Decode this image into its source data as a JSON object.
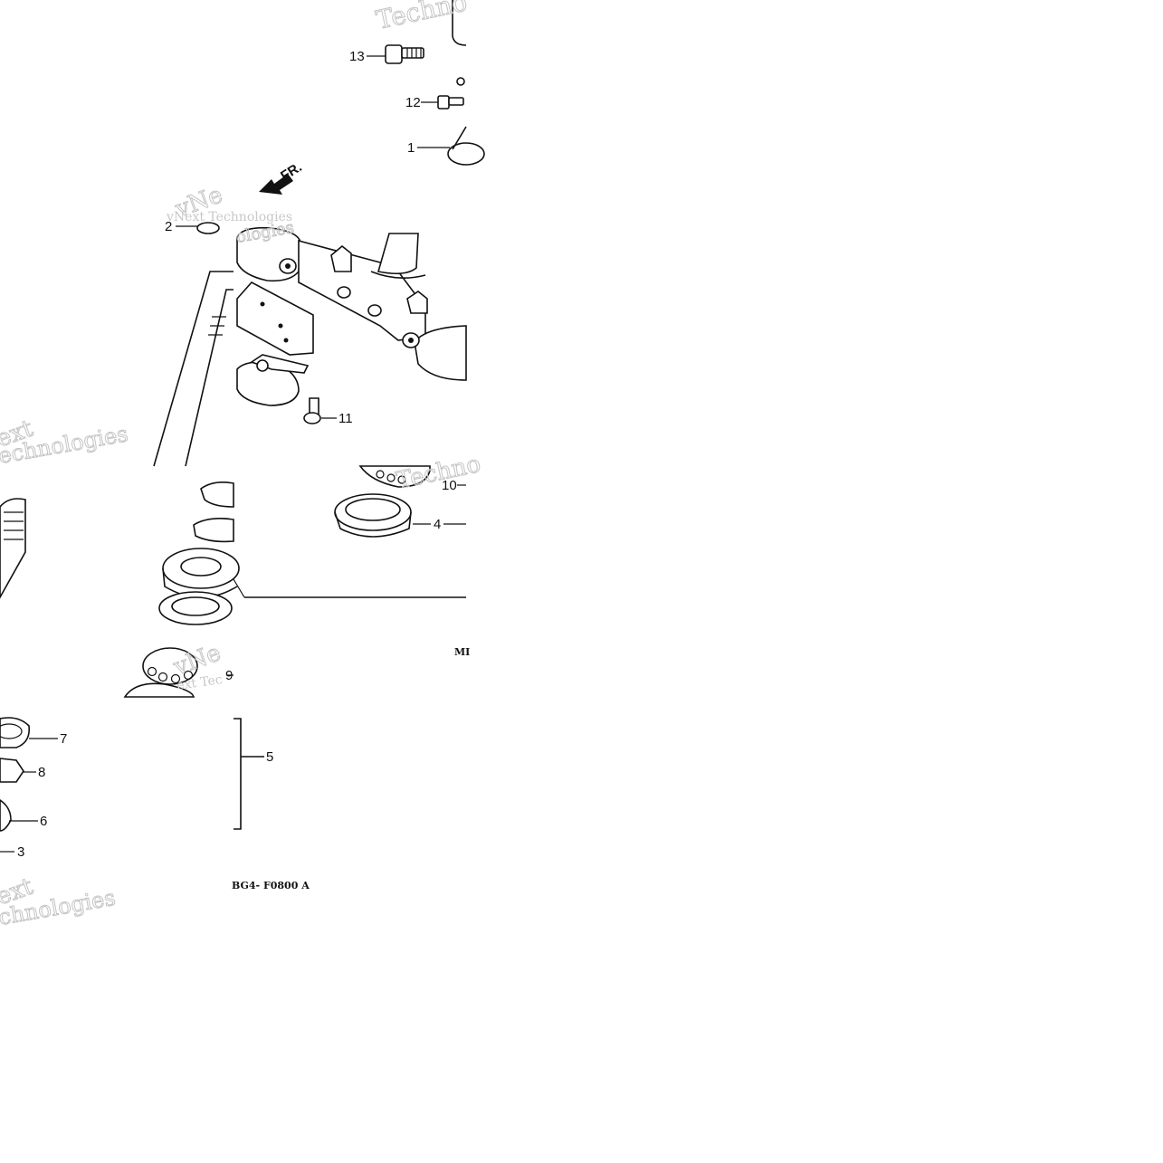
{
  "diagram": {
    "direction_label": "FR.",
    "diagram_code": "BG4- F0800 A",
    "clipped_label": "MI",
    "callouts": {
      "c1": "1",
      "c2": "2",
      "c3": "3",
      "c4": "4",
      "c5": "5",
      "c6": "6",
      "c7": "7",
      "c8": "8",
      "c9": "9",
      "c10": "10",
      "c11": "11",
      "c12": "12",
      "c13": "13"
    },
    "watermarks": {
      "w1": "Techno",
      "w2": "vNext Technologies",
      "w3": "vNe",
      "w4": "ext",
      "w5": "echnologies",
      "w6": "Techno",
      "w7": "vNe",
      "w8": "ext Tec",
      "w9": "ologies",
      "w10": "ext",
      "w11": "chnologies"
    }
  }
}
